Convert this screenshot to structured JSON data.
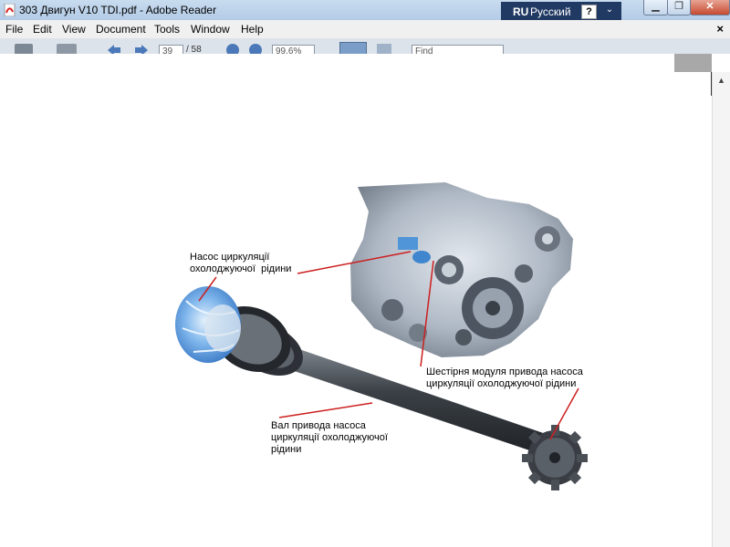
{
  "window": {
    "title": "303 Двигун V10 TDI.pdf - Adobe Reader",
    "language_code": "RU",
    "language_name": "Русский",
    "help_label": "?",
    "minimize_label": "▁",
    "restore_label": "❐",
    "close_label": "✕"
  },
  "menu": {
    "items": [
      "File",
      "Edit",
      "View",
      "Document",
      "Tools",
      "Window",
      "Help"
    ],
    "close_label": "×"
  },
  "toolbar": {
    "page_number": "39",
    "page_total": "/ 58",
    "zoom": "99,6%",
    "find_placeholder": "Find"
  },
  "figure": {
    "label_pump": [
      "Насос циркуляції",
      "охолоджуючої  рідини"
    ],
    "label_gear": [
      "Шестірня модуля привода насоса",
      "циркуляції охолоджуючої рідини"
    ],
    "label_shaft": [
      "Вал привода насоса",
      "циркуляції охолоджуючої",
      "рідини"
    ]
  },
  "colors": {
    "titlebar": "#b9cfe8",
    "language_bar": "#213a64",
    "leader_line": "#cc1f1f",
    "shaft": "#3a3f45",
    "engine": "#b6c0cc",
    "pump": "#5aa0e6"
  }
}
